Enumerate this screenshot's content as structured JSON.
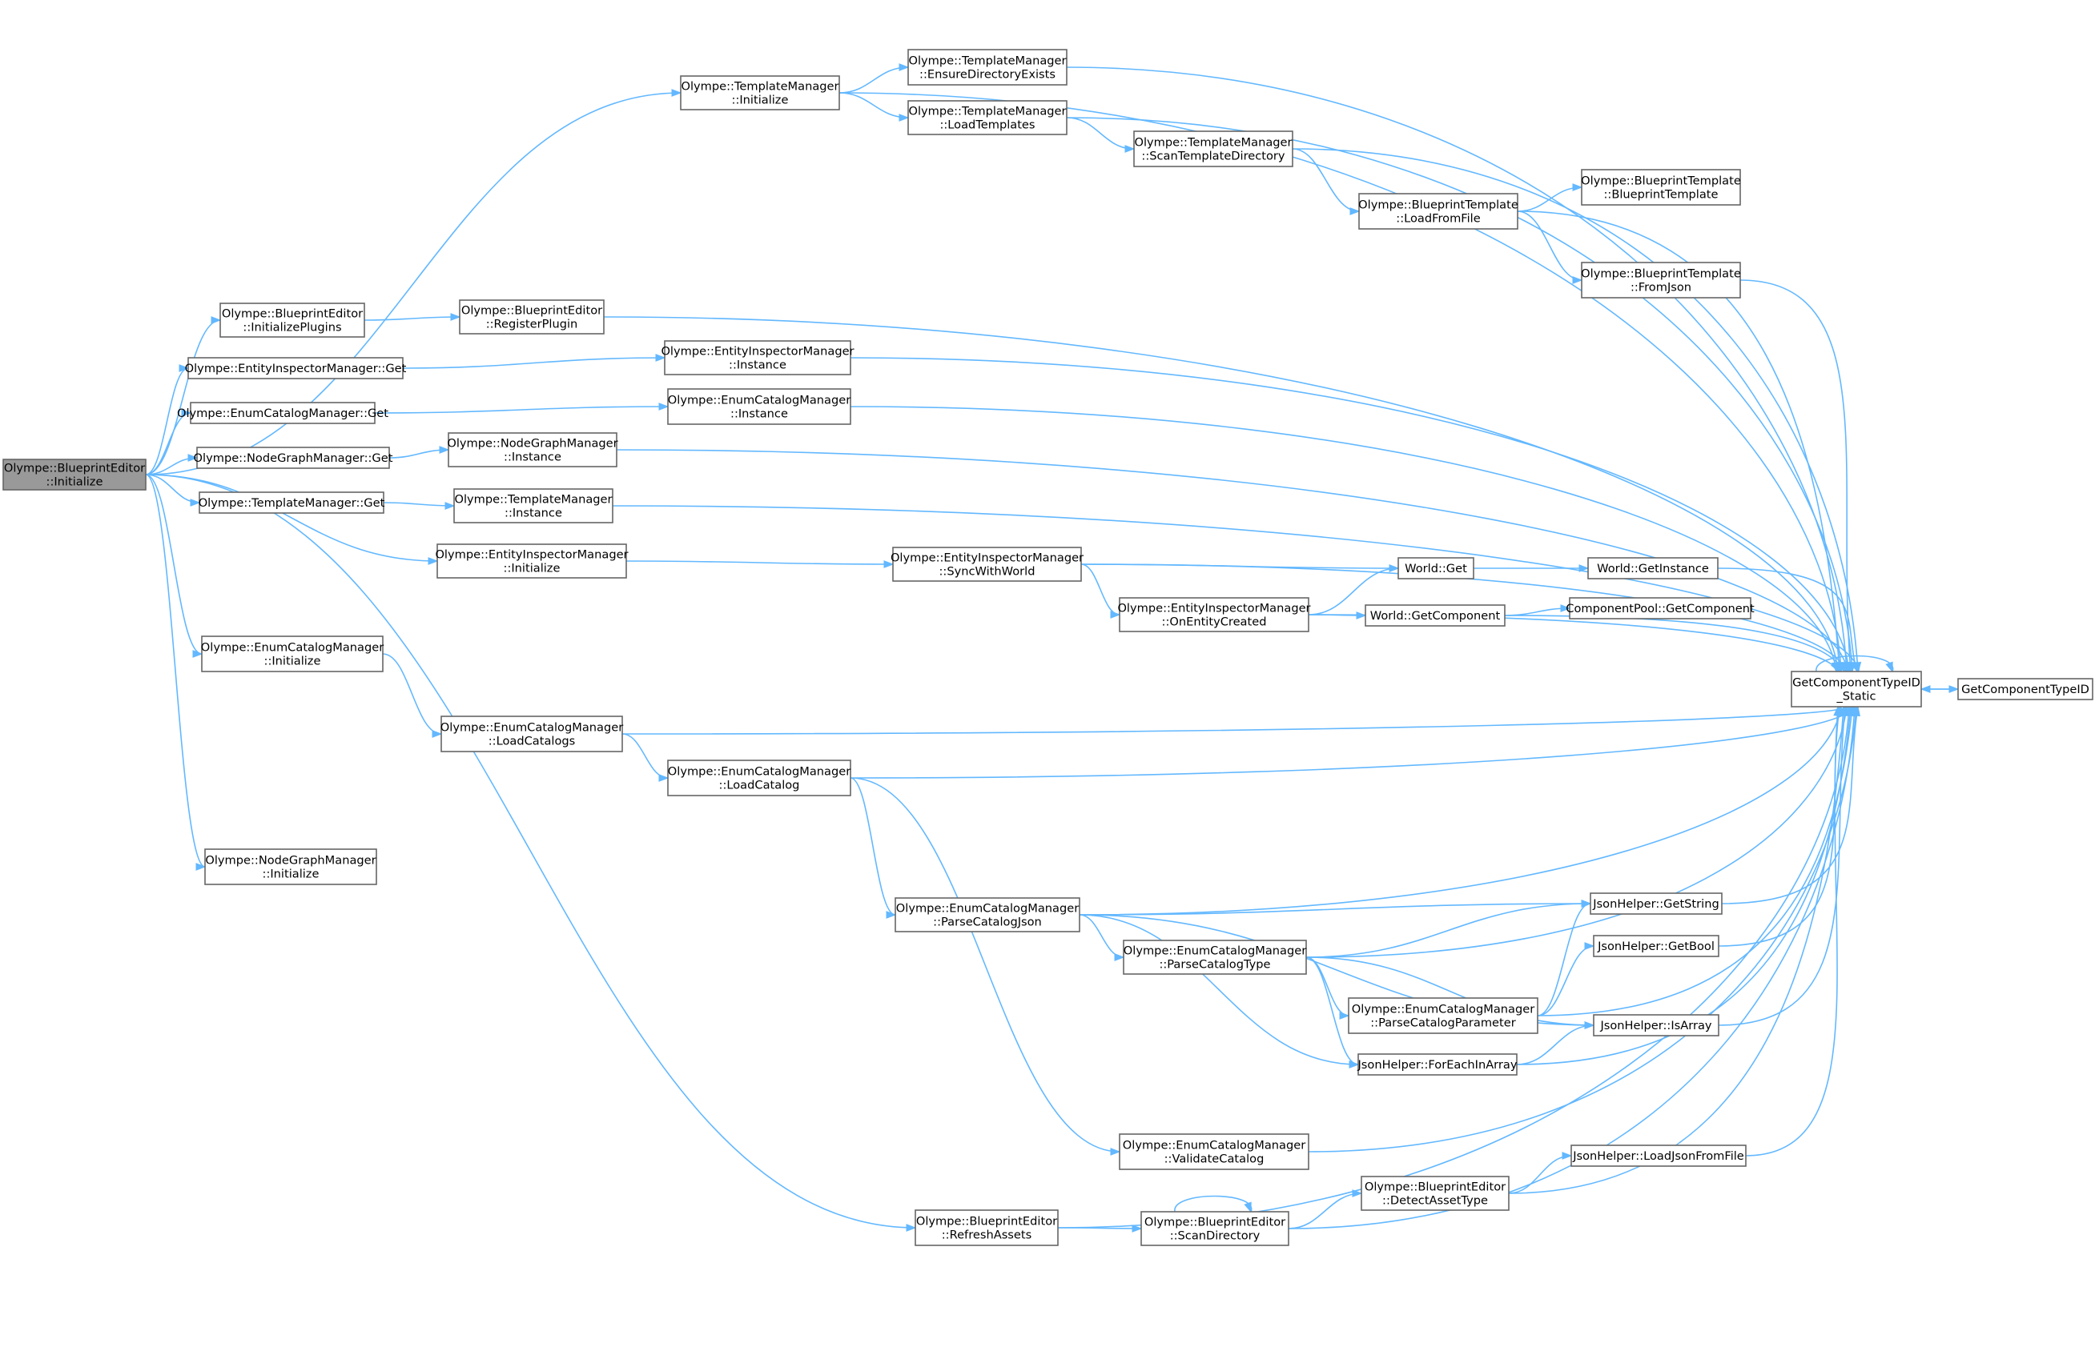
{
  "colors": {
    "edge": "#63b8ff",
    "node_border": "#666666",
    "root_fill": "#999999",
    "node_fill": "#ffffff"
  },
  "nodes": [
    {
      "id": "root",
      "lines": [
        "Olympe::BlueprintEditor",
        "::Initialize"
      ],
      "root": true
    },
    {
      "id": "tm_init",
      "lines": [
        "Olympe::TemplateManager",
        "::Initialize"
      ]
    },
    {
      "id": "tm_ensure",
      "lines": [
        "Olympe::TemplateManager",
        "::EnsureDirectoryExists"
      ]
    },
    {
      "id": "tm_load",
      "lines": [
        "Olympe::TemplateManager",
        "::LoadTemplates"
      ]
    },
    {
      "id": "tm_scan",
      "lines": [
        "Olympe::TemplateManager",
        "::ScanTemplateDirectory"
      ]
    },
    {
      "id": "bt_loadfile",
      "lines": [
        "Olympe::BlueprintTemplate",
        "::LoadFromFile"
      ]
    },
    {
      "id": "bt_ctor",
      "lines": [
        "Olympe::BlueprintTemplate",
        "::BlueprintTemplate"
      ]
    },
    {
      "id": "bt_fromjson",
      "lines": [
        "Olympe::BlueprintTemplate",
        "::FromJson"
      ]
    },
    {
      "id": "be_initplugins",
      "lines": [
        "Olympe::BlueprintEditor",
        "::InitializePlugins"
      ]
    },
    {
      "id": "be_regplugin",
      "lines": [
        "Olympe::BlueprintEditor",
        "::RegisterPlugin"
      ]
    },
    {
      "id": "eim_get",
      "lines": [
        "Olympe::EntityInspectorManager::Get"
      ]
    },
    {
      "id": "eim_inst",
      "lines": [
        "Olympe::EntityInspectorManager",
        "::Instance"
      ]
    },
    {
      "id": "ecm_get",
      "lines": [
        "Olympe::EnumCatalogManager::Get"
      ]
    },
    {
      "id": "ecm_inst",
      "lines": [
        "Olympe::EnumCatalogManager",
        "::Instance"
      ]
    },
    {
      "id": "ngm_get",
      "lines": [
        "Olympe::NodeGraphManager::Get"
      ]
    },
    {
      "id": "ngm_inst",
      "lines": [
        "Olympe::NodeGraphManager",
        "::Instance"
      ]
    },
    {
      "id": "tm_get",
      "lines": [
        "Olympe::TemplateManager::Get"
      ]
    },
    {
      "id": "tm_inst",
      "lines": [
        "Olympe::TemplateManager",
        "::Instance"
      ]
    },
    {
      "id": "eim_init",
      "lines": [
        "Olympe::EntityInspectorManager",
        "::Initialize"
      ]
    },
    {
      "id": "eim_sync",
      "lines": [
        "Olympe::EntityInspectorManager",
        "::SyncWithWorld"
      ]
    },
    {
      "id": "world_get",
      "lines": [
        "World::Get"
      ]
    },
    {
      "id": "world_getinst",
      "lines": [
        "World::GetInstance"
      ]
    },
    {
      "id": "eim_oncreated",
      "lines": [
        "Olympe::EntityInspectorManager",
        "::OnEntityCreated"
      ]
    },
    {
      "id": "world_getcomp",
      "lines": [
        "World::GetComponent"
      ]
    },
    {
      "id": "cp_getcomp",
      "lines": [
        "ComponentPool::GetComponent"
      ]
    },
    {
      "id": "gct_static",
      "lines": [
        "GetComponentTypeID",
        "_Static"
      ]
    },
    {
      "id": "gct",
      "lines": [
        "GetComponentTypeID"
      ]
    },
    {
      "id": "ecm_init",
      "lines": [
        "Olympe::EnumCatalogManager",
        "::Initialize"
      ]
    },
    {
      "id": "ecm_loadcats",
      "lines": [
        "Olympe::EnumCatalogManager",
        "::LoadCatalogs"
      ]
    },
    {
      "id": "ecm_loadcat",
      "lines": [
        "Olympe::EnumCatalogManager",
        "::LoadCatalog"
      ]
    },
    {
      "id": "ngm_init",
      "lines": [
        "Olympe::NodeGraphManager",
        "::Initialize"
      ]
    },
    {
      "id": "ecm_parsejson",
      "lines": [
        "Olympe::EnumCatalogManager",
        "::ParseCatalogJson"
      ]
    },
    {
      "id": "ecm_parsetype",
      "lines": [
        "Olympe::EnumCatalogManager",
        "::ParseCatalogType"
      ]
    },
    {
      "id": "ecm_parseparam",
      "lines": [
        "Olympe::EnumCatalogManager",
        "::ParseCatalogParameter"
      ]
    },
    {
      "id": "jh_getstring",
      "lines": [
        "JsonHelper::GetString"
      ]
    },
    {
      "id": "jh_getbool",
      "lines": [
        "JsonHelper::GetBool"
      ]
    },
    {
      "id": "jh_isarray",
      "lines": [
        "JsonHelper::IsArray"
      ]
    },
    {
      "id": "jh_foreach",
      "lines": [
        "JsonHelper::ForEachInArray"
      ]
    },
    {
      "id": "ecm_validate",
      "lines": [
        "Olympe::EnumCatalogManager",
        "::ValidateCatalog"
      ]
    },
    {
      "id": "jh_loadjson",
      "lines": [
        "JsonHelper::LoadJsonFromFile"
      ]
    },
    {
      "id": "be_detect",
      "lines": [
        "Olympe::BlueprintEditor",
        "::DetectAssetType"
      ]
    },
    {
      "id": "be_refresh",
      "lines": [
        "Olympe::BlueprintEditor",
        "::RefreshAssets"
      ]
    },
    {
      "id": "be_scandir",
      "lines": [
        "Olympe::BlueprintEditor",
        "::ScanDirectory"
      ]
    }
  ],
  "edges": [
    [
      "root",
      "tm_init"
    ],
    [
      "root",
      "be_initplugins"
    ],
    [
      "root",
      "eim_get"
    ],
    [
      "root",
      "ecm_get"
    ],
    [
      "root",
      "ngm_get"
    ],
    [
      "root",
      "tm_get"
    ],
    [
      "root",
      "eim_init"
    ],
    [
      "root",
      "ecm_init"
    ],
    [
      "root",
      "be_refresh"
    ],
    [
      "root",
      "ngm_init"
    ],
    [
      "tm_init",
      "tm_ensure"
    ],
    [
      "tm_init",
      "tm_load"
    ],
    [
      "tm_init",
      "gct_static"
    ],
    [
      "tm_ensure",
      "gct_static"
    ],
    [
      "tm_load",
      "tm_scan"
    ],
    [
      "tm_load",
      "gct_static"
    ],
    [
      "tm_scan",
      "bt_loadfile"
    ],
    [
      "tm_scan",
      "gct_static"
    ],
    [
      "bt_loadfile",
      "bt_ctor"
    ],
    [
      "bt_loadfile",
      "bt_fromjson"
    ],
    [
      "bt_loadfile",
      "gct_static"
    ],
    [
      "bt_fromjson",
      "gct_static"
    ],
    [
      "be_initplugins",
      "be_regplugin"
    ],
    [
      "be_regplugin",
      "gct_static"
    ],
    [
      "eim_get",
      "eim_inst"
    ],
    [
      "eim_inst",
      "gct_static"
    ],
    [
      "ecm_get",
      "ecm_inst"
    ],
    [
      "ecm_inst",
      "gct_static"
    ],
    [
      "ngm_get",
      "ngm_inst"
    ],
    [
      "ngm_inst",
      "gct_static"
    ],
    [
      "tm_get",
      "tm_inst"
    ],
    [
      "tm_inst",
      "gct_static"
    ],
    [
      "eim_init",
      "eim_sync"
    ],
    [
      "eim_sync",
      "world_get"
    ],
    [
      "eim_sync",
      "eim_oncreated"
    ],
    [
      "eim_sync",
      "gct_static"
    ],
    [
      "eim_oncreated",
      "world_get"
    ],
    [
      "eim_oncreated",
      "world_getcomp"
    ],
    [
      "eim_oncreated",
      "gct_static"
    ],
    [
      "world_get",
      "world_getinst"
    ],
    [
      "world_getinst",
      "gct_static"
    ],
    [
      "world_getcomp",
      "cp_getcomp"
    ],
    [
      "world_getcomp",
      "gct_static"
    ],
    [
      "gct_static",
      "gct_static"
    ],
    [
      "gct",
      "gct_static"
    ],
    [
      "gct_static",
      "gct"
    ],
    [
      "ecm_init",
      "ecm_loadcats"
    ],
    [
      "ecm_loadcats",
      "ecm_loadcat"
    ],
    [
      "ecm_loadcats",
      "gct_static"
    ],
    [
      "ecm_loadcat",
      "ecm_parsejson"
    ],
    [
      "ecm_loadcat",
      "ecm_validate"
    ],
    [
      "ecm_loadcat",
      "gct_static"
    ],
    [
      "ecm_parsejson",
      "jh_getstring"
    ],
    [
      "ecm_parsejson",
      "ecm_parsetype"
    ],
    [
      "ecm_parsejson",
      "jh_foreach"
    ],
    [
      "ecm_parsejson",
      "jh_isarray"
    ],
    [
      "ecm_parsejson",
      "gct_static"
    ],
    [
      "ecm_parsetype",
      "jh_getstring"
    ],
    [
      "ecm_parsetype",
      "ecm_parseparam"
    ],
    [
      "ecm_parsetype",
      "jh_isarray"
    ],
    [
      "ecm_parsetype",
      "jh_foreach"
    ],
    [
      "ecm_parsetype",
      "gct_static"
    ],
    [
      "ecm_parseparam",
      "jh_getstring"
    ],
    [
      "ecm_parseparam",
      "jh_getbool"
    ],
    [
      "ecm_parseparam",
      "gct_static"
    ],
    [
      "jh_getstring",
      "gct_static"
    ],
    [
      "jh_getbool",
      "gct_static"
    ],
    [
      "jh_isarray",
      "gct_static"
    ],
    [
      "jh_foreach",
      "jh_isarray"
    ],
    [
      "jh_foreach",
      "gct_static"
    ],
    [
      "ecm_validate",
      "gct_static"
    ],
    [
      "be_refresh",
      "be_scandir"
    ],
    [
      "be_refresh",
      "gct_static"
    ],
    [
      "be_scandir",
      "be_scandir"
    ],
    [
      "be_scandir",
      "be_detect"
    ],
    [
      "be_scandir",
      "gct_static"
    ],
    [
      "be_detect",
      "jh_loadjson"
    ],
    [
      "be_detect",
      "gct_static"
    ],
    [
      "jh_loadjson",
      "gct_static"
    ]
  ]
}
